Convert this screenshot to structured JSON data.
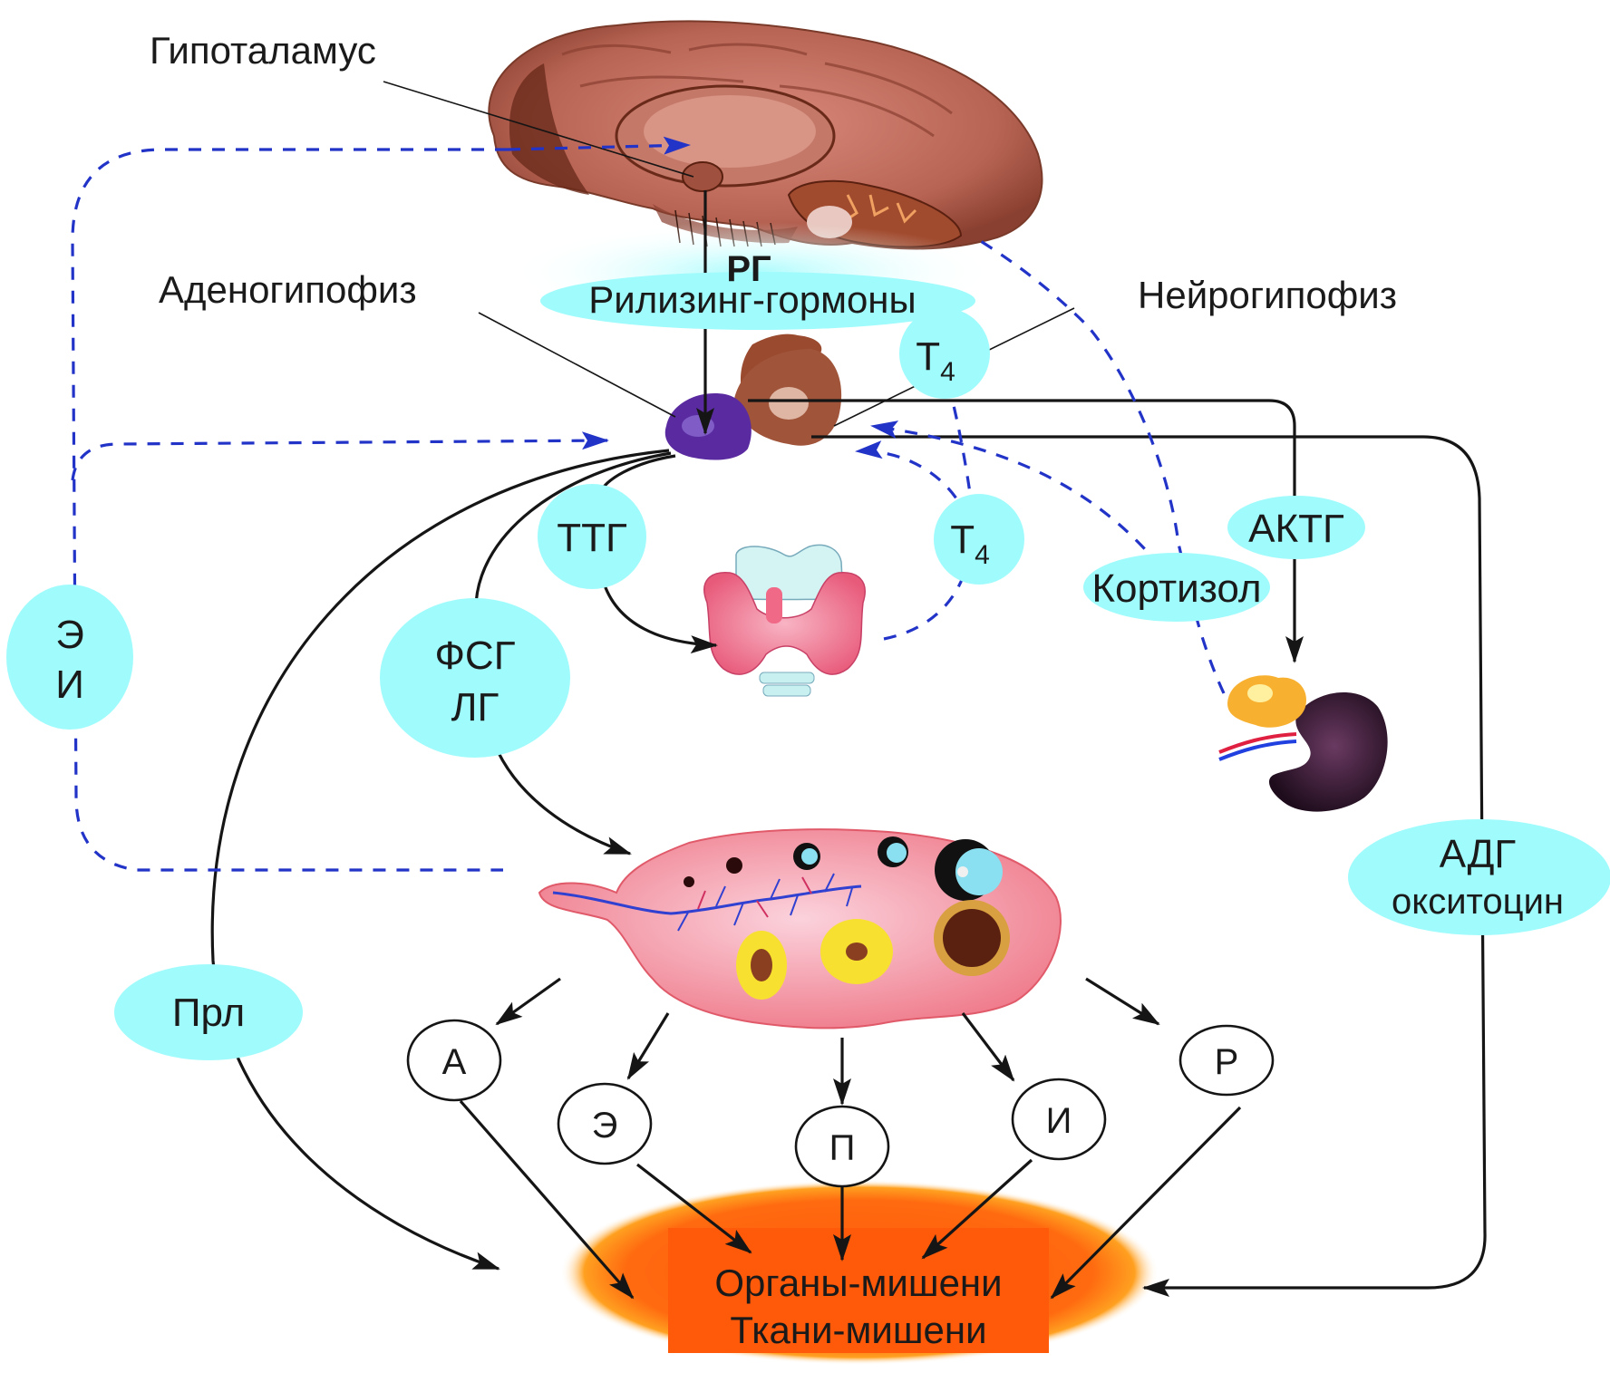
{
  "title": "Гипоталамо-гипофизарная система: регуляция эндокринных желёз",
  "colors": {
    "bubble": "#a0fbfc",
    "feedback_dash": "#2233c8",
    "arrow": "#151515",
    "target": "#ff5a0a"
  },
  "labels": {
    "hypothalamus": "Гипоталамус",
    "adenohypophysis": "Аденогипофиз",
    "neurohypophysis": "Нейрогипофиз"
  },
  "releasing": {
    "abbr": "РГ",
    "full": "Рилизинг-гормоны"
  },
  "hormones": {
    "t4_top": {
      "base": "T",
      "sub": "4"
    },
    "t4_mid": {
      "base": "T",
      "sub": "4"
    },
    "ttg": "ТТГ",
    "fsg_line1": "ФСГ",
    "fsg_line2": "ЛГ",
    "aktg": "АКТГ",
    "cortisol": "Кортизол",
    "ei_line1": "Э",
    "ei_line2": "И",
    "prl": "Прл",
    "adg_line1": "АДГ",
    "adg_line2": "окситоцин"
  },
  "ovary_products": [
    "А",
    "Э",
    "П",
    "И",
    "Р"
  ],
  "target": {
    "line1": "Органы-мишени",
    "line2": "Ткани-мишени"
  },
  "organs": {
    "brain": "brain-illustration",
    "pituitary": "pituitary-illustration",
    "thyroid": "thyroid-illustration",
    "adrenal_kidney": "adrenal-kidney-illustration",
    "ovary": "ovary-illustration"
  }
}
